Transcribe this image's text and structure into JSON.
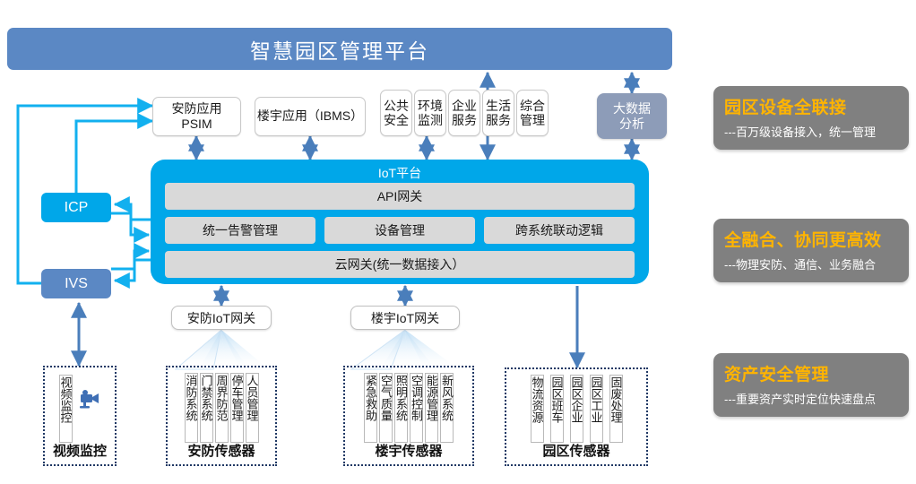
{
  "platform": {
    "title": "智慧园区管理平台"
  },
  "apps": {
    "psim": "安防应用\nPSIM",
    "ibms": "楼宇应用（IBMS）",
    "tiles": [
      "公共\n安全",
      "环境\n监测",
      "企业\n服务",
      "生活\n服务",
      "综合\n管理"
    ],
    "bigdata": "大数据\n分析"
  },
  "left_nodes": {
    "icp": "ICP",
    "ivs": "IVS"
  },
  "iot": {
    "title": "IoT平台",
    "api_gateway": "API网关",
    "middle": [
      "统一告警管理",
      "设备管理",
      "跨系统联动逻辑"
    ],
    "cloud_gateway": "云网关(统一数据接入）"
  },
  "gateways": {
    "security": "安防IoT网关",
    "building": "楼宇IoT网关"
  },
  "sensor_groups": [
    {
      "caption": "视频监控",
      "items": [
        "视频监控"
      ],
      "icon": "camera-icon"
    },
    {
      "caption": "安防传感器",
      "items": [
        "消防系统",
        "门禁系统",
        "周界防范",
        "停车管理",
        "人员管理"
      ]
    },
    {
      "caption": "楼宇传感器",
      "items": [
        "紧急救助",
        "空气质量",
        "照明系统",
        "空调控制",
        "能源管理",
        "新风系统"
      ]
    },
    {
      "caption": "园区传感器",
      "items": [
        "物流资源",
        "园区班车",
        "园区企业",
        "园区工业",
        "固废处理"
      ]
    }
  ],
  "features": [
    {
      "title": "园区设备全联接",
      "sub": "---百万级设备接入，统一管理"
    },
    {
      "title": "全融合、协同更高效",
      "sub": "---物理安防、通信、业务融合"
    },
    {
      "title": "资产安全管理",
      "sub": "---重要资产实时定位快速盘点"
    }
  ],
  "colors": {
    "banner_blue": "#5b88c4",
    "cyan": "#00a7e9",
    "slate": "#8d9cb8",
    "gray_cell": "#d9d9d9",
    "feature_bg": "#808080",
    "feature_title": "#ffb400",
    "dotted_border": "#1f3864",
    "arrow_blue": "#4a7ebb"
  }
}
